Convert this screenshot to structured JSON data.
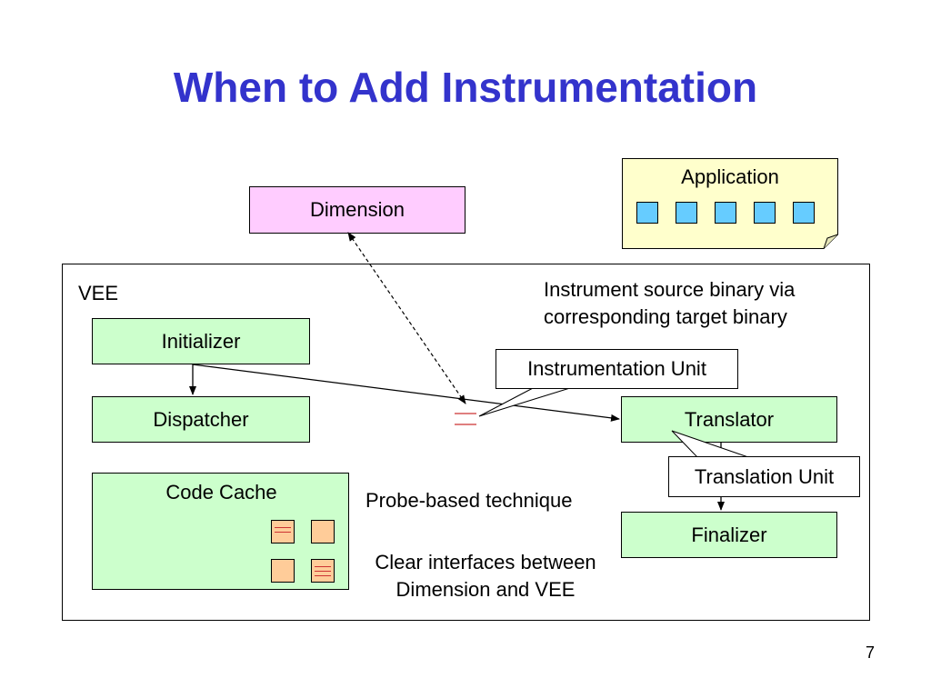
{
  "title": "When to Add Instrumentation",
  "boxes": {
    "dimension": "Dimension",
    "application": "Application",
    "vee": "VEE",
    "initializer": "Initializer",
    "dispatcher": "Dispatcher",
    "code_cache": "Code Cache",
    "translator": "Translator",
    "finalizer": "Finalizer"
  },
  "callouts": {
    "instrumentation_unit": "Instrumentation Unit",
    "translation_unit": "Translation Unit"
  },
  "notes": {
    "instrument_line1": "Instrument source binary via",
    "instrument_line2": "corresponding target binary",
    "probe": "Probe-based technique",
    "clear_line1": "Clear interfaces between",
    "clear_line2": "Dimension and VEE"
  },
  "page_number": "7",
  "colors": {
    "title": "#3333cc",
    "vee_components": "#ccffcc",
    "dimension": "#ffccff",
    "application": "#ffffcc",
    "application_blocks": "#66ccff",
    "code_cache_blocks": "#ffcc99",
    "instrumentation_marks": "#cc3333"
  }
}
